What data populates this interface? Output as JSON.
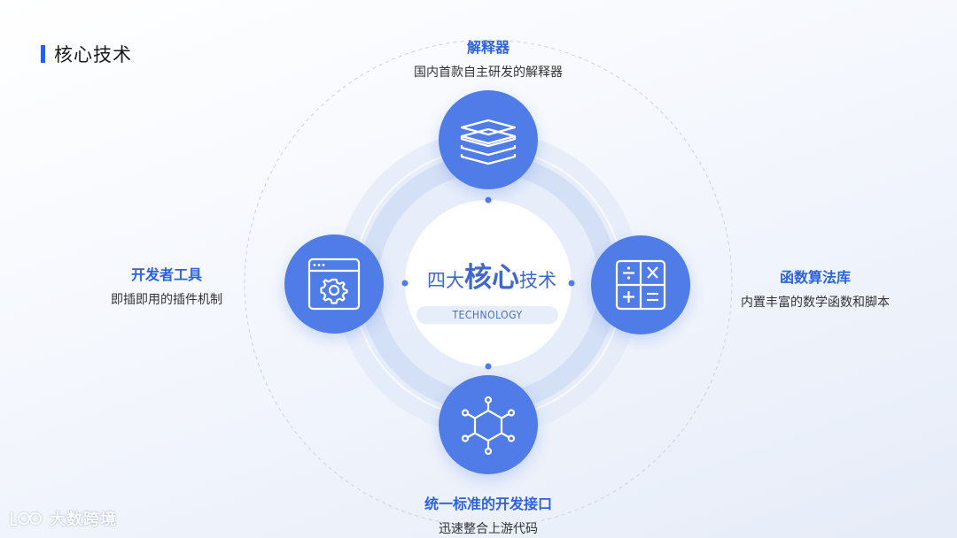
{
  "page": {
    "title": "核心技术"
  },
  "center": {
    "prefix": "四大",
    "emphasis": "核心",
    "suffix": "技术",
    "pill": "TECHNOLOGY"
  },
  "features": {
    "top": {
      "name": "解释器",
      "desc": "国内首款自主研发的解释器",
      "icon": "stacked-layers-icon"
    },
    "right": {
      "name": "函数算法库",
      "desc": "内置丰富的数学函数和脚本",
      "icon": "calculator-icon"
    },
    "bottom": {
      "name": "统一标准的开发接口",
      "desc": "迅速整合上游代码",
      "icon": "hexagon-network-icon"
    },
    "left": {
      "name": "开发者工具",
      "desc": "即插即用的插件机制",
      "icon": "window-gear-icon"
    }
  },
  "watermark": {
    "text": "大数跨境"
  },
  "colors": {
    "accent": "#2d62de",
    "node": "#4f7ce6",
    "ring": "#dbe5f8"
  }
}
